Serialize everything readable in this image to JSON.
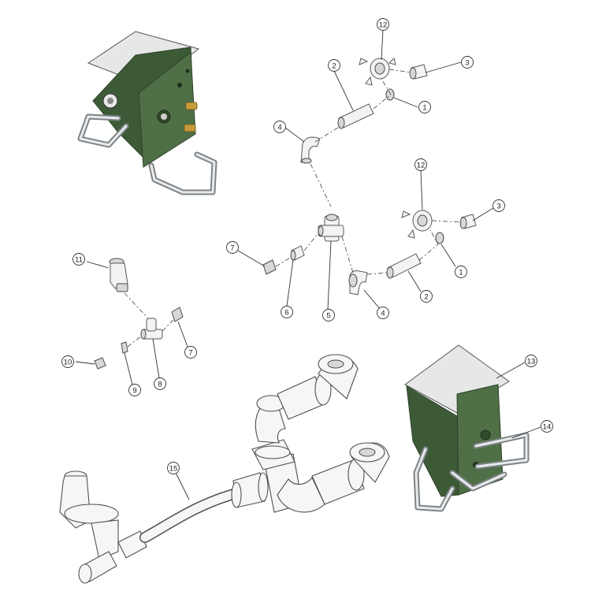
{
  "diagram": {
    "callouts": [
      {
        "id": "c12a",
        "label": "12"
      },
      {
        "id": "c3a",
        "label": "3"
      },
      {
        "id": "c2a",
        "label": "2"
      },
      {
        "id": "c1a",
        "label": "1"
      },
      {
        "id": "c4a",
        "label": "4"
      },
      {
        "id": "c12b",
        "label": "12"
      },
      {
        "id": "c3b",
        "label": "3"
      },
      {
        "id": "c7a",
        "label": "7"
      },
      {
        "id": "c1b",
        "label": "1"
      },
      {
        "id": "c2b",
        "label": "2"
      },
      {
        "id": "c6",
        "label": "6"
      },
      {
        "id": "c5",
        "label": "5"
      },
      {
        "id": "c4b",
        "label": "4"
      },
      {
        "id": "c11",
        "label": "11"
      },
      {
        "id": "c7b",
        "label": "7"
      },
      {
        "id": "c10",
        "label": "10"
      },
      {
        "id": "c9",
        "label": "9"
      },
      {
        "id": "c8",
        "label": "8"
      },
      {
        "id": "c13",
        "label": "13"
      },
      {
        "id": "c14",
        "label": "14"
      },
      {
        "id": "c15",
        "label": "15"
      }
    ],
    "colors": {
      "housing_green": "#4f6f47",
      "rail_gray": "#7d8387",
      "fitting_brass": "#c79a3c"
    }
  }
}
